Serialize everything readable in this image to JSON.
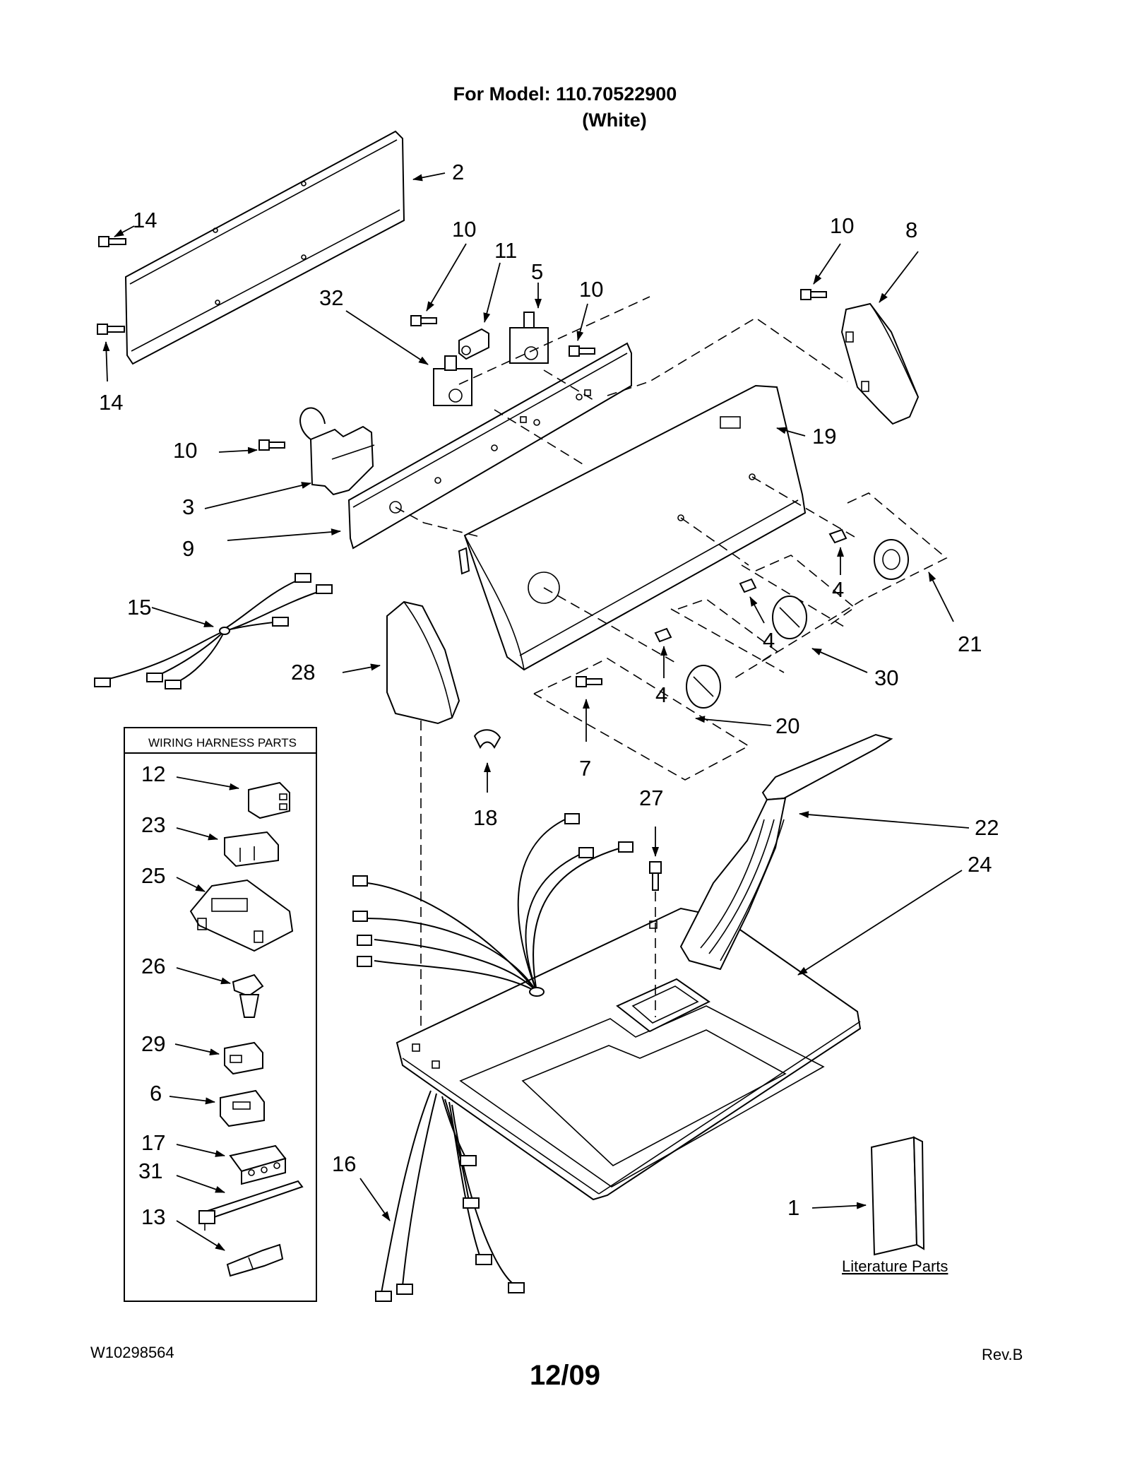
{
  "header": {
    "model_line": "For Model: 110.70522900",
    "color_line": "(White)"
  },
  "wiring_box": {
    "title": "WIRING HARNESS PARTS"
  },
  "literature": {
    "label": "Literature Parts"
  },
  "footer": {
    "doc_number": "W10298564",
    "date": "12/09",
    "revision": "Rev.B"
  },
  "callouts": {
    "c1": "1",
    "c2": "2",
    "c3": "3",
    "c4a": "4",
    "c4b": "4",
    "c4c": "4",
    "c5": "5",
    "c6": "6",
    "c7": "7",
    "c8": "8",
    "c9": "9",
    "c10a": "10",
    "c10b": "10",
    "c10c": "10",
    "c10d": "10",
    "c11": "11",
    "c12": "12",
    "c13": "13",
    "c14a": "14",
    "c14b": "14",
    "c15": "15",
    "c16": "16",
    "c17": "17",
    "c18": "18",
    "c19": "19",
    "c20": "20",
    "c21": "21",
    "c22": "22",
    "c23": "23",
    "c24": "24",
    "c25": "25",
    "c26": "26",
    "c27": "27",
    "c28": "28",
    "c29": "29",
    "c30": "30",
    "c31": "31",
    "c32": "32"
  }
}
